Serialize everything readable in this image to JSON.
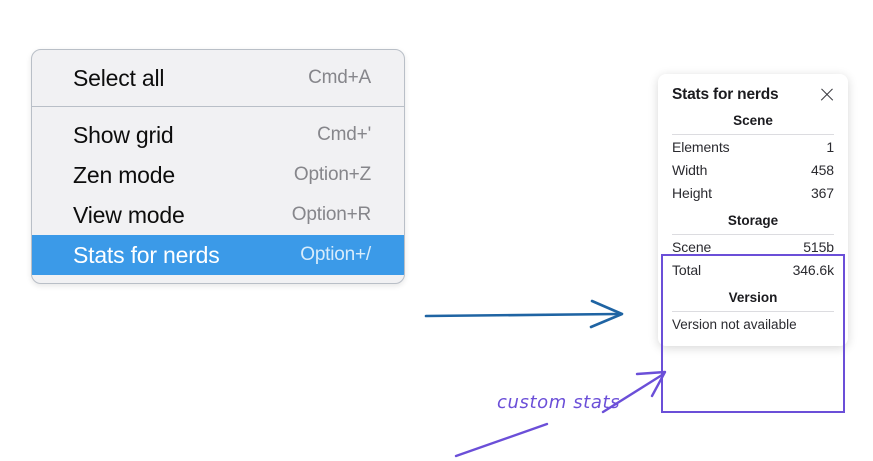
{
  "context_menu": {
    "name": "canvas-context-menu",
    "groups": [
      {
        "items": [
          {
            "label": "Select all",
            "shortcut": "Cmd+A",
            "selected": false
          }
        ]
      },
      {
        "items": [
          {
            "label": "Show grid",
            "shortcut": "Cmd+'",
            "selected": false
          },
          {
            "label": "Zen mode",
            "shortcut": "Option+Z",
            "selected": false
          },
          {
            "label": "View mode",
            "shortcut": "Option+R",
            "selected": false
          },
          {
            "label": "Stats for nerds",
            "shortcut": "Option+/",
            "selected": true
          }
        ]
      }
    ]
  },
  "stats_panel": {
    "title": "Stats for nerds",
    "close_icon": "close-icon",
    "sections": [
      {
        "heading": "Scene",
        "rows": [
          {
            "key": "Elements",
            "value": "1"
          },
          {
            "key": "Width",
            "value": "458"
          },
          {
            "key": "Height",
            "value": "367"
          }
        ]
      },
      {
        "heading": "Storage",
        "rows": [
          {
            "key": "Scene",
            "value": "515b"
          },
          {
            "key": "Total",
            "value": "346.6k"
          }
        ]
      },
      {
        "heading": "Version",
        "note": "Version not available"
      }
    ]
  },
  "annotations": {
    "label": "custom stats",
    "highlight_color": "#6b4fd8",
    "arrow_color": "#1f64a3"
  }
}
